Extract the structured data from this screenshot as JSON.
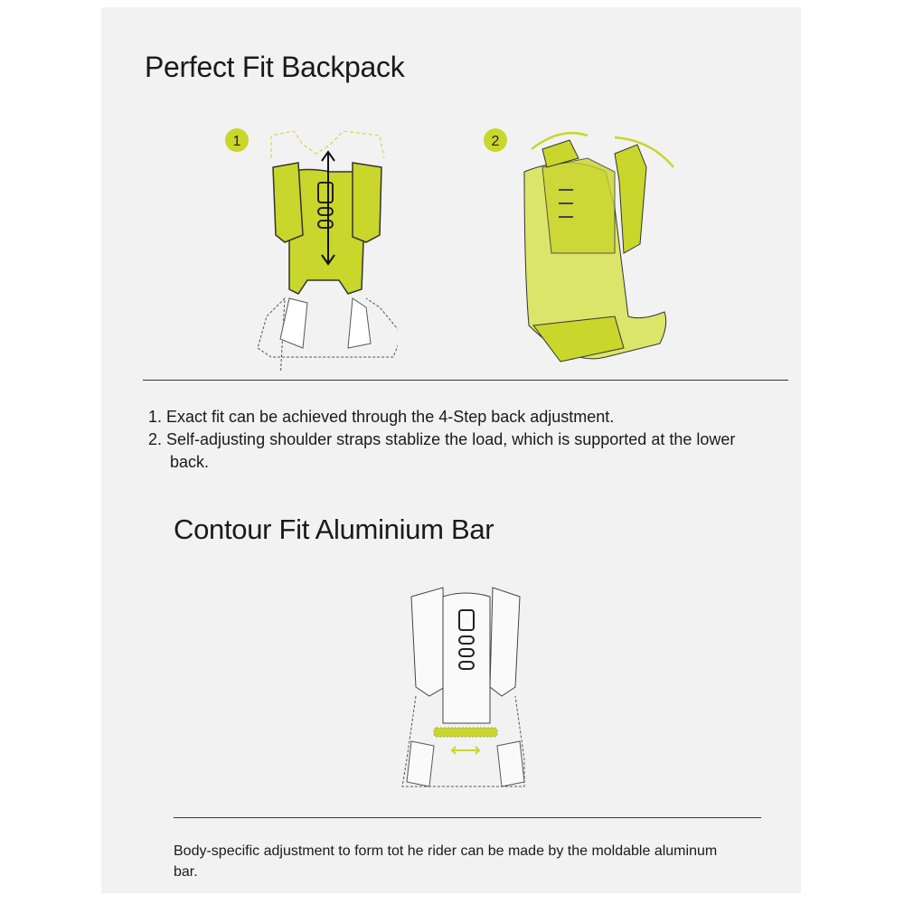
{
  "section1": {
    "title": "Perfect Fit Backpack",
    "badges": [
      "1",
      "2"
    ],
    "items": [
      "1. Exact fit can be achieved through the 4-Step back adjustment.",
      "2. Self-adjusting shoulder straps stablize the load, which is supported at the lower back."
    ]
  },
  "section2": {
    "title": "Contour Fit Aluminium Bar",
    "note": "Body-specific adjustment to form tot he rider can be made by the moldable aluminum bar."
  },
  "colors": {
    "accent": "#c9d62b",
    "background": "#f2f2f2",
    "line": "#333333"
  }
}
